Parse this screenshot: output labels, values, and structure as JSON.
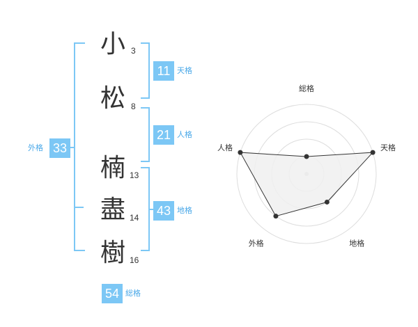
{
  "name": {
    "chars": [
      {
        "char": "小",
        "strokes": "3"
      },
      {
        "char": "松",
        "strokes": "8"
      },
      {
        "char": "楠",
        "strokes": "13"
      },
      {
        "char": "盡",
        "strokes": "14"
      },
      {
        "char": "樹",
        "strokes": "16"
      }
    ]
  },
  "fortunes": {
    "tenkaku": {
      "label": "天格",
      "value": "11"
    },
    "jinkaku": {
      "label": "人格",
      "value": "21"
    },
    "chikaku": {
      "label": "地格",
      "value": "43"
    },
    "gaikaku": {
      "label": "外格",
      "value": "33"
    },
    "soukaku": {
      "label": "総格",
      "value": "54"
    }
  },
  "chart_data": {
    "type": "radar",
    "axes": [
      "総格",
      "天格",
      "地格",
      "外格",
      "人格"
    ],
    "values": [
      1,
      4,
      2,
      3,
      4
    ],
    "rmax": 4,
    "grid_rings": 4,
    "colors": {
      "fill": "#f0f0f0",
      "line": "#333333",
      "grid": "#dddddd",
      "center": "#cccccc"
    }
  },
  "colors": {
    "accent": "#7cc7f5",
    "accent_text": "#4aa8e8"
  }
}
